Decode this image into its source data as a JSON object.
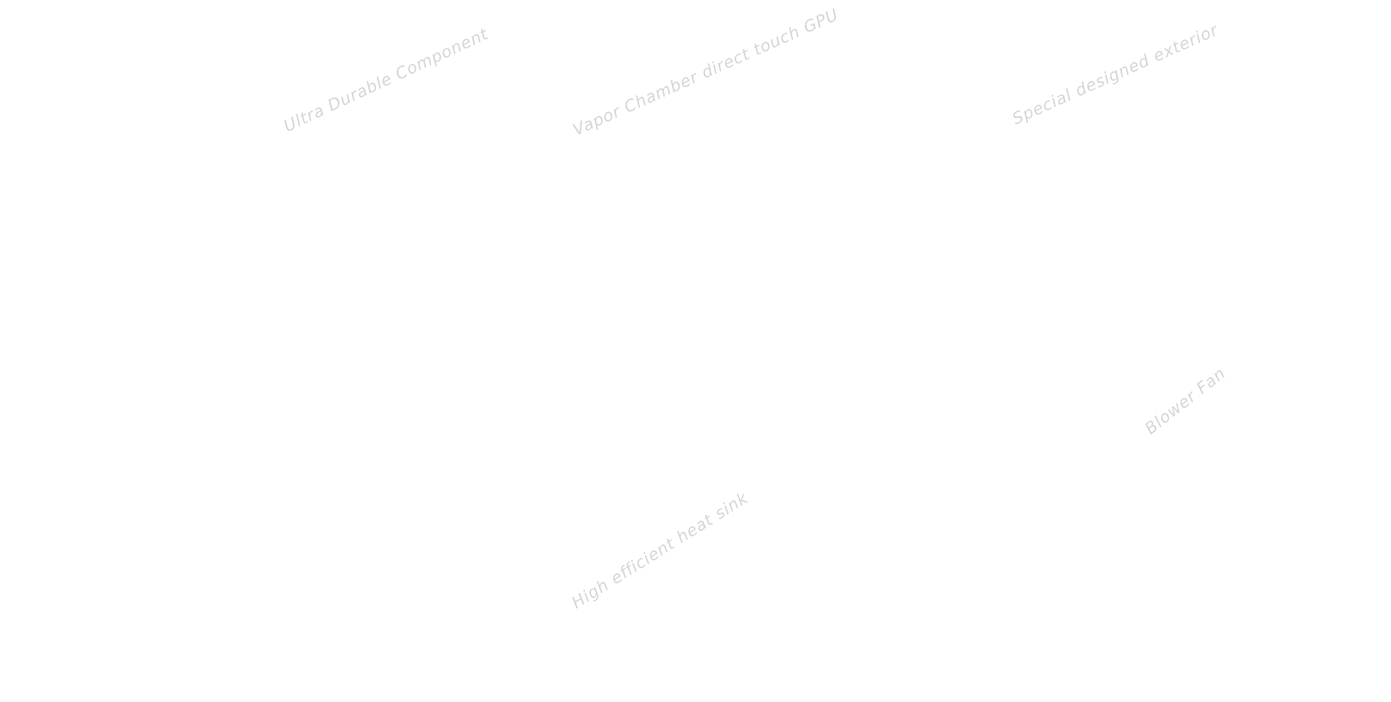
{
  "callouts": {
    "ultra_durable": "Ultra Durable Component",
    "vapor_chamber": "Vapor Chamber direct touch GPU",
    "special_exterior": "Special designed exterior",
    "blower_fan": "Blower Fan",
    "heat_sink": "High efficient heat sink"
  },
  "colors": {
    "background": "#ffffff",
    "text": "#f5f5f5"
  }
}
